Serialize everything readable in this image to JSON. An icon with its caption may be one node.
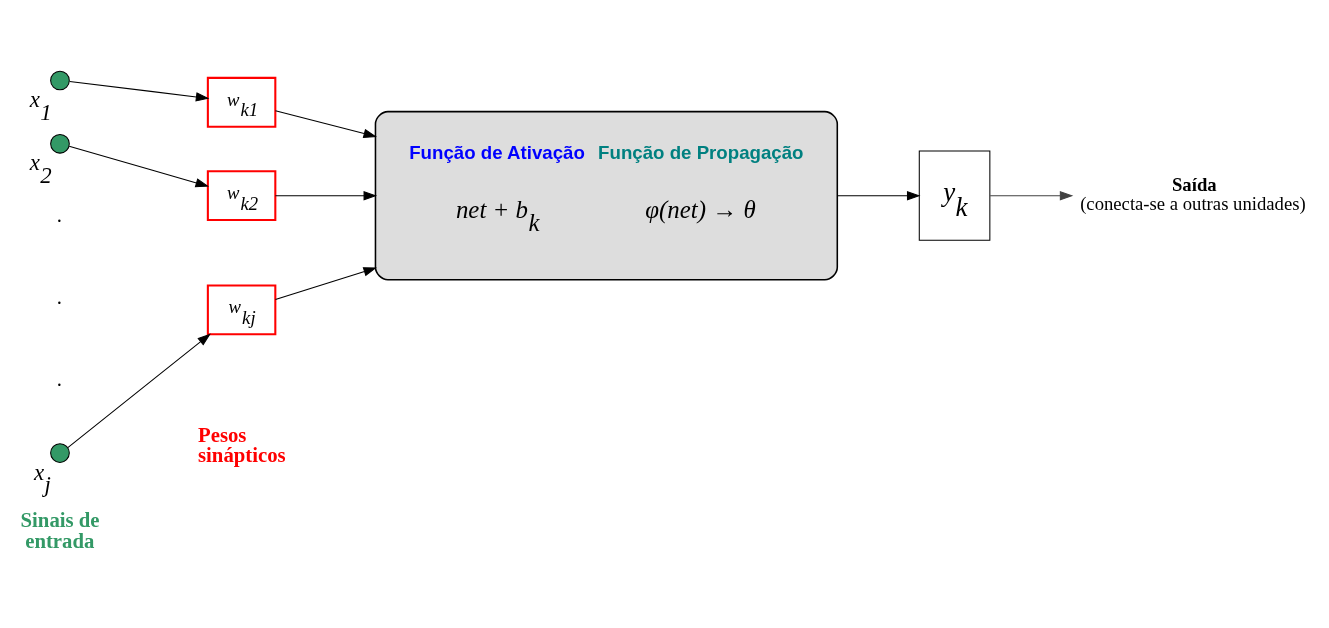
{
  "diagram": {
    "nodes": [
      {
        "text": [],
        "shape": "circle",
        "beside": [
          "x$_{1}$"
        ]
      },
      {
        "text": [],
        "shape": "circle",
        "beside": [
          "x$_{2}$"
        ]
      },
      {
        "text": [],
        "shape": "circle",
        "beside": [
          "x$_{j}$"
        ]
      },
      {
        "text": [
          "w$_{k1}$"
        ]
      },
      {
        "text": [
          "w$_{k2}$"
        ]
      },
      {
        "text": [
          "w$_{kj}$"
        ]
      },
      {
        "text": [
          "Função de Ativação",
          "Função de Propagação",
          "net + b$_{k}$",
          "φ(net) → θ"
        ]
      },
      {
        "text": [
          "y$_{k}$"
        ]
      },
      {
        "text": [
          "Saída",
          "(conecta-se a outras unidades)"
        ]
      }
    ],
    "edges": [
      {
        "from": 0,
        "to": 3,
        "arrow": "to"
      },
      {
        "from": 1,
        "to": 4,
        "arrow": "to"
      },
      {
        "from": 2,
        "to": 5,
        "arrow": "to"
      },
      {
        "from": 3,
        "to": 6,
        "arrow": "to"
      },
      {
        "from": 4,
        "to": 6,
        "arrow": "to"
      },
      {
        "from": 5,
        "to": 6,
        "arrow": "to"
      },
      {
        "from": 6,
        "to": 7,
        "arrow": "to"
      },
      {
        "from": 7,
        "to": 8,
        "arrow": "to",
        "color": "#404040"
      }
    ],
    "labels": [
      ".",
      ".",
      ".",
      "Sinais de entrada",
      "Pesos sinápticos"
    ]
  }
}
